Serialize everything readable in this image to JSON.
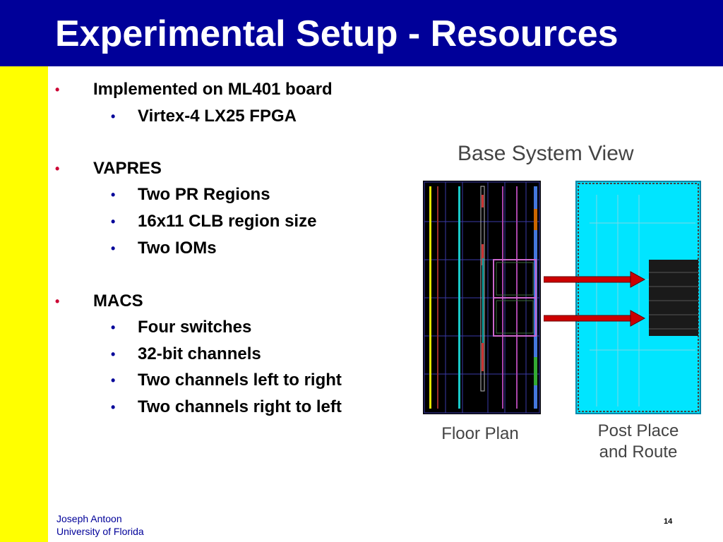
{
  "slide": {
    "title": "Experimental Setup - Resources",
    "bullets": [
      {
        "text": "Implemented on ML401 board",
        "children": [
          "Virtex-4 LX25 FPGA"
        ]
      },
      {
        "text": "VAPRES",
        "children": [
          "Two PR Regions",
          "16x11 CLB region size",
          "Two IOMs"
        ]
      },
      {
        "text": "MACS",
        "children": [
          "Four switches",
          "32-bit channels",
          "Two channels left to right",
          "Two channels right to left"
        ]
      }
    ],
    "bullet_glyph": "•",
    "figure": {
      "title": "Base System View",
      "floor_plan_caption": "Floor Plan",
      "post_route_caption_line1": "Post Place",
      "post_route_caption_line2": "and Route"
    },
    "footer": {
      "author": "Joseph Antoon",
      "affiliation": "University of Florida",
      "page_number": "14"
    }
  },
  "colors": {
    "title_bar": "#000099",
    "side_strip": "#ffff00",
    "level1_bullet": "#cc0033",
    "level2_bullet": "#000099",
    "arrow": "#cc0000",
    "route_fill": "#00e5ff"
  }
}
